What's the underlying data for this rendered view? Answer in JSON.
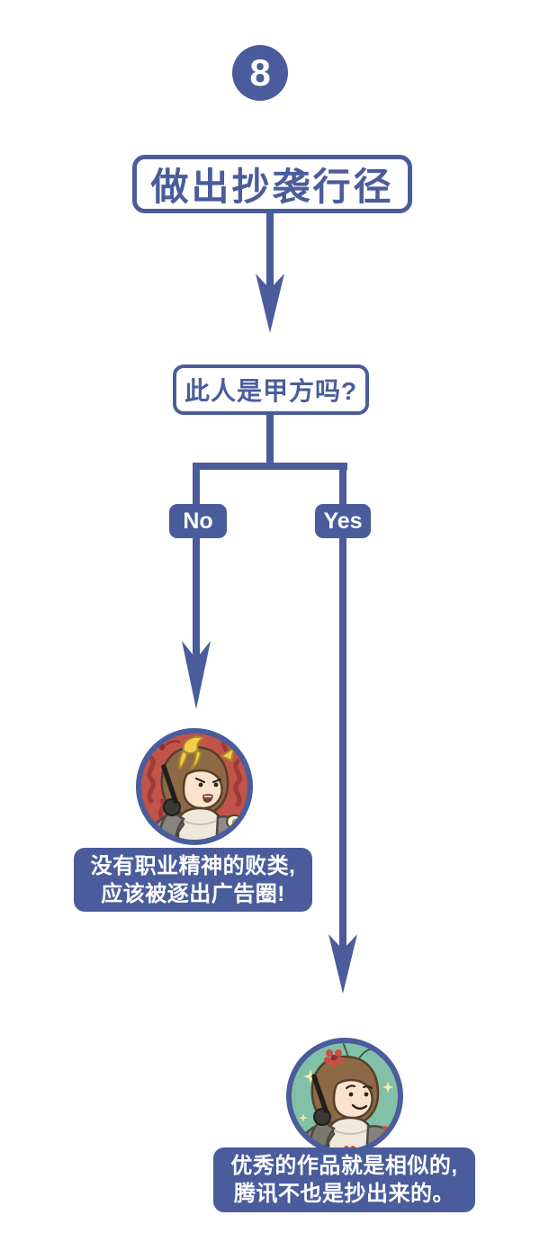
{
  "badge": {
    "number": "8"
  },
  "title": {
    "text": "做出抄袭行径"
  },
  "question": {
    "text": "此人是甲方吗?"
  },
  "branches": {
    "no": {
      "label": "No",
      "avatar": "angry-designer-banana-peel-avatar",
      "caption_line1": "没有职业精神的败类,",
      "caption_line2": "应该被逐出广告圈!"
    },
    "yes": {
      "label": "Yes",
      "avatar": "smiling-designer-flowers-avatar",
      "caption_line1": "优秀的作品就是相似的,",
      "caption_line2": "腾讯不也是抄出来的。"
    }
  },
  "colors": {
    "primary": "#4a5c9b",
    "canvas_bg": "#ffffff",
    "no_avatar_bg": "#c15349",
    "no_avatar_squiggle": "#9c3c38",
    "yes_avatar_bg": "#83c0a8",
    "sparkle": "#f1e8ab"
  }
}
